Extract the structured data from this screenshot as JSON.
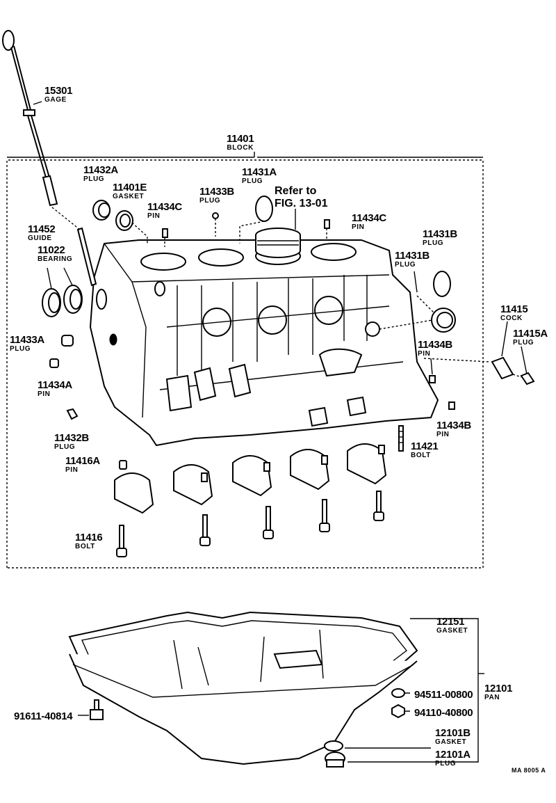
{
  "labels": {
    "gage": {
      "number": "15301",
      "name": "GAGE"
    },
    "block": {
      "number": "11401",
      "name": "BLOCK"
    },
    "plug_11432a": {
      "number": "11432A",
      "name": "PLUG"
    },
    "gasket_11401e": {
      "number": "11401E",
      "name": "GASKET"
    },
    "pin_11434c_left": {
      "number": "11434C",
      "name": "PIN"
    },
    "plug_11433b": {
      "number": "11433B",
      "name": "PLUG"
    },
    "plug_11431a": {
      "number": "11431A",
      "name": "PLUG"
    },
    "pin_11434c_right": {
      "number": "11434C",
      "name": "PIN"
    },
    "guide_11452": {
      "number": "11452",
      "name": "GUIDE"
    },
    "bearing_11022": {
      "number": "11022",
      "name": "BEARING"
    },
    "plug_11431b_upper": {
      "number": "11431B",
      "name": "PLUG"
    },
    "plug_11431b_lower": {
      "number": "11431B",
      "name": "PLUG"
    },
    "cock_11415": {
      "number": "11415",
      "name": "COCK"
    },
    "plug_11415a": {
      "number": "11415A",
      "name": "PLUG"
    },
    "plug_11433a": {
      "number": "11433A",
      "name": "PLUG"
    },
    "pin_11434b_upper": {
      "number": "11434B",
      "name": "PIN"
    },
    "pin_11434a": {
      "number": "11434A",
      "name": "PIN"
    },
    "plug_11432b": {
      "number": "11432B",
      "name": "PLUG"
    },
    "pin_11434b_lower": {
      "number": "11434B",
      "name": "PIN"
    },
    "bolt_11421": {
      "number": "11421",
      "name": "BOLT"
    },
    "pin_11416a": {
      "number": "11416A",
      "name": "PIN"
    },
    "bolt_11416": {
      "number": "11416",
      "name": "BOLT"
    },
    "gasket_12151": {
      "number": "12151",
      "name": "GASKET"
    },
    "pan_12101": {
      "number": "12101",
      "name": "PAN"
    },
    "part_94511": {
      "number": "94511-00800"
    },
    "part_94110": {
      "number": "94110-40800"
    },
    "part_91611": {
      "number": "91611-40814"
    },
    "gasket_12101b": {
      "number": "12101B",
      "name": "GASKET"
    },
    "plug_12101a": {
      "number": "12101A",
      "name": "PLUG"
    }
  },
  "reference": {
    "line1": "Refer to",
    "line2": "FIG. 13-01"
  },
  "drawing_code": "MA 8005 A"
}
